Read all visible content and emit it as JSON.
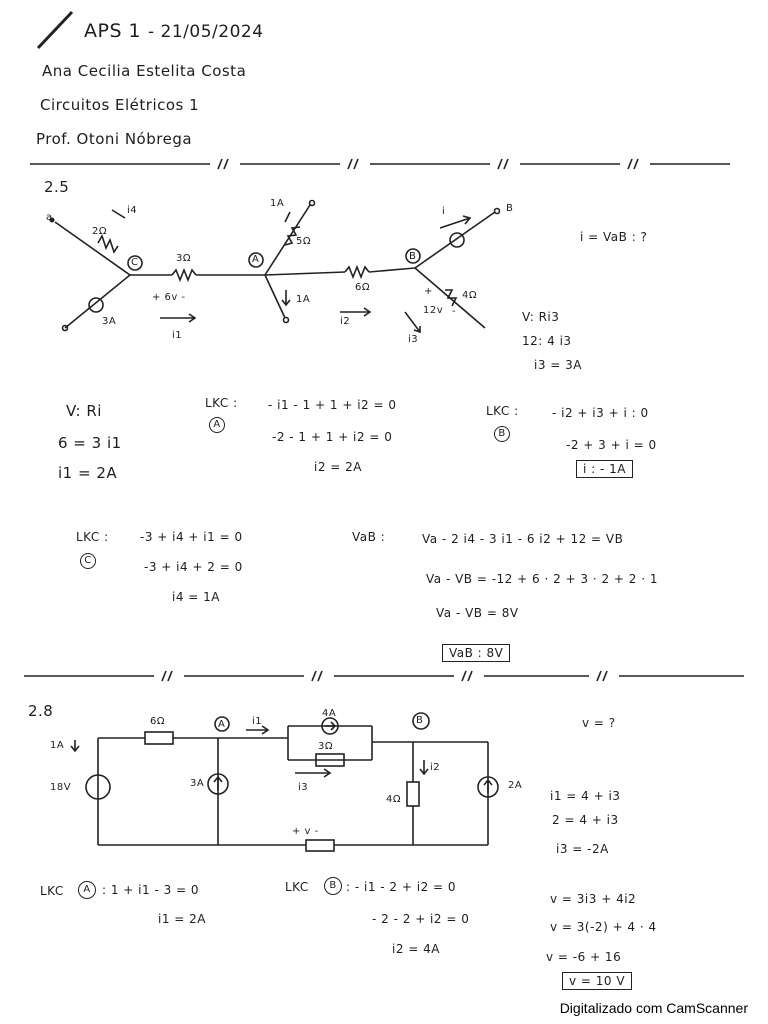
{
  "header": {
    "title": "APS 1",
    "date": "- 21/05/2024",
    "author": "Ana Cecilia Estelita Costa",
    "course": "Circuitos Elétricos 1",
    "professor": "Prof. Otoni Nóbrega"
  },
  "problem_2_5": {
    "number": "2.5",
    "question": "i = VaB : ?",
    "circuit_labels": {
      "node_a": "a",
      "node_b": "B",
      "node_C": "C",
      "node_A": "A",
      "node_B": "B",
      "r1": "2Ω",
      "r2": "3Ω",
      "r3": "5Ω",
      "r4": "6Ω",
      "r5": "4Ω",
      "src_3A": "3A",
      "src_1A_top": "1A",
      "src_1A_mid": "1A",
      "v6": "+ 6v -",
      "v12": "12v",
      "v4_plus": "+",
      "v4_minus": "-",
      "i4": "i4",
      "i1": "i1",
      "i2": "i2",
      "i3": "i3",
      "i": "i"
    },
    "side_eqs": [
      "V: Ri3",
      "12: 4 i3",
      "i3 = 3A"
    ],
    "left_eqs": [
      "V: Ri",
      "6 = 3 i1",
      "i1 = 2A"
    ],
    "lkc_A": {
      "label": "LKC :",
      "node": "A",
      "eq1": "- i1 - 1 + 1 + i2 = 0",
      "eq2": "-2 - 1 + 1 + i2 = 0",
      "eq3": "i2 = 2A"
    },
    "lkc_B": {
      "label": "LKC :",
      "node": "B",
      "eq1": "- i2 + i3 + i : 0",
      "eq2": "-2 + 3 + i = 0",
      "result": "i : - 1A"
    },
    "lkc_C": {
      "label": "LKC :",
      "node": "C",
      "eq1": "-3 + i4 + i1 = 0",
      "eq2": "-3 + i4 + 2 = 0",
      "eq3": "i4 = 1A"
    },
    "vab": {
      "label": "VaB :",
      "eq1": "Va - 2 i4 - 3 i1 - 6 i2 + 12 = VB",
      "eq2": "Va - VB = -12 + 6 · 2 + 3 · 2 + 2 · 1",
      "eq3": "Va - VB = 8V",
      "result": "VaB : 8V"
    }
  },
  "problem_2_8": {
    "number": "2.8",
    "question": "v = ?",
    "circuit_labels": {
      "r6": "6Ω",
      "r3": "3Ω",
      "r4": "4Ω",
      "node_A": "A",
      "node_B": "B",
      "src18": "18V",
      "src1A": "1A",
      "src3A": "3A",
      "src4A": "4A",
      "src2A": "2A",
      "i1": "i1",
      "i2": "i2",
      "i3": "i3",
      "v": "+ v -"
    },
    "side_eqs": [
      "i1 = 4 + i3",
      "2 = 4 + i3",
      "i3 = -2A"
    ],
    "lkc_A": {
      "label": "LKC",
      "node": "A",
      "eq1": ": 1 + i1 - 3 = 0",
      "eq2": "i1 = 2A"
    },
    "lkc_B": {
      "label": "LKC",
      "node": "B",
      "eq1": ": - i1 - 2 + i2 = 0",
      "eq2": "- 2 - 2 + i2 = 0",
      "eq3": "i2 = 4A"
    },
    "v_eqs": [
      "v = 3i3 + 4i2",
      "v = 3(-2) + 4 · 4",
      "v = -6 + 16"
    ],
    "v_result": "v = 10 V"
  },
  "footer": "Digitalizado com CamScanner"
}
